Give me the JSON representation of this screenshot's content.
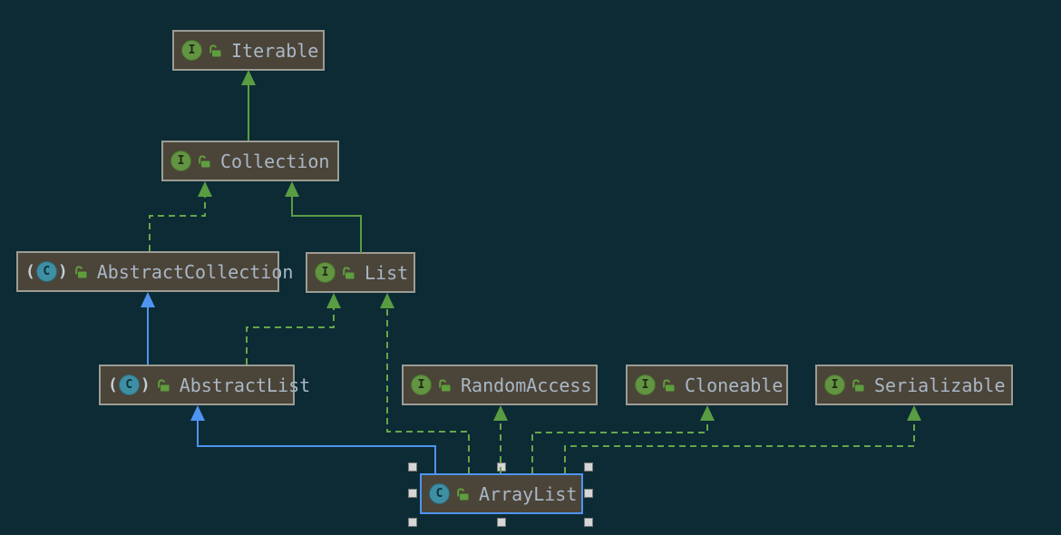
{
  "diagram": {
    "nodes": {
      "iterable": {
        "label": "Iterable",
        "kind": "interface",
        "icon_letter": "I"
      },
      "collection": {
        "label": "Collection",
        "kind": "interface",
        "icon_letter": "I"
      },
      "abstract_collection": {
        "label": "AbstractCollection",
        "kind": "abstract-class",
        "icon_letter": "C"
      },
      "list": {
        "label": "List",
        "kind": "interface",
        "icon_letter": "I"
      },
      "abstract_list": {
        "label": "AbstractList",
        "kind": "abstract-class",
        "icon_letter": "C"
      },
      "random_access": {
        "label": "RandomAccess",
        "kind": "interface",
        "icon_letter": "I"
      },
      "cloneable": {
        "label": "Cloneable",
        "kind": "interface",
        "icon_letter": "I"
      },
      "serializable": {
        "label": "Serializable",
        "kind": "interface",
        "icon_letter": "I"
      },
      "array_list": {
        "label": "ArrayList",
        "kind": "class",
        "icon_letter": "C",
        "selected": true
      }
    },
    "edges": [
      {
        "from": "Collection",
        "to": "Iterable",
        "relation": "extends",
        "line": "solid",
        "color": "#5a9c42"
      },
      {
        "from": "List",
        "to": "Collection",
        "relation": "extends",
        "line": "solid",
        "color": "#5a9c42"
      },
      {
        "from": "AbstractCollection",
        "to": "Collection",
        "relation": "implements",
        "line": "dashed",
        "color": "#66a64a"
      },
      {
        "from": "AbstractList",
        "to": "AbstractCollection",
        "relation": "extends",
        "line": "solid",
        "color": "#4f94f1"
      },
      {
        "from": "AbstractList",
        "to": "List",
        "relation": "implements",
        "line": "dashed",
        "color": "#66a64a"
      },
      {
        "from": "ArrayList",
        "to": "AbstractList",
        "relation": "extends",
        "line": "solid",
        "color": "#4f94f1"
      },
      {
        "from": "ArrayList",
        "to": "List",
        "relation": "implements",
        "line": "dashed",
        "color": "#66a64a"
      },
      {
        "from": "ArrayList",
        "to": "RandomAccess",
        "relation": "implements",
        "line": "dashed",
        "color": "#66a64a"
      },
      {
        "from": "ArrayList",
        "to": "Cloneable",
        "relation": "implements",
        "line": "dashed",
        "color": "#66a64a"
      },
      {
        "from": "ArrayList",
        "to": "Serializable",
        "relation": "implements",
        "line": "dashed",
        "color": "#66a64a"
      }
    ],
    "icons": {
      "interface_icon": "green circle with I",
      "class_icon": "teal circle with C",
      "abstract_class_icon": "teal circle with C in parentheses",
      "unlock_icon": "green open padlock"
    },
    "colors": {
      "background": "#0c2b35",
      "node_fill": "#4b4438",
      "node_border": "#9c9c94",
      "selected_border": "#4f94f1",
      "text": "#a9b7c6",
      "green_edge": "#5a9c42",
      "blue_edge": "#4f94f1",
      "interface_icon": "#639441",
      "class_icon": "#3e8fa3",
      "selection_handle": "#d6d6d6"
    }
  }
}
